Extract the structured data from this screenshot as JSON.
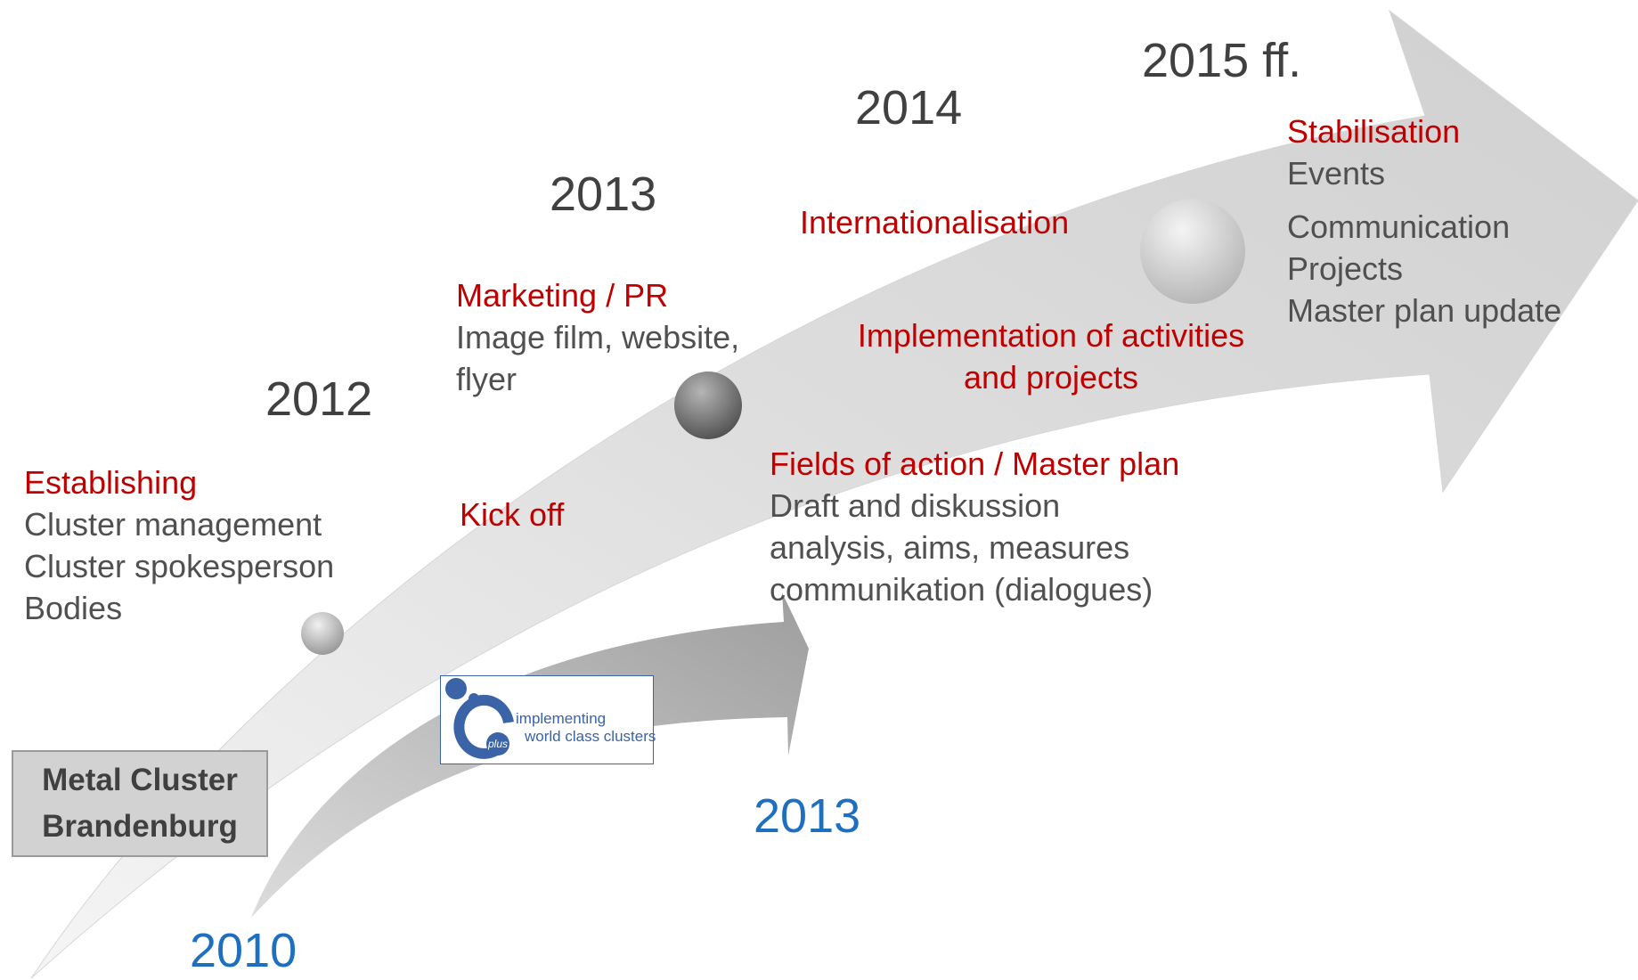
{
  "years": {
    "y2012": "2012",
    "y2013": "2013",
    "y2014": "2014",
    "y2015": "2015 ff.",
    "blue_2010": "2010",
    "blue_2013": "2013"
  },
  "establishing": {
    "heading": "Establishing",
    "lines": [
      "Cluster management",
      "Cluster spokesperson",
      "Bodies"
    ]
  },
  "kickoff": {
    "heading": "Kick off"
  },
  "marketing": {
    "heading": "Marketing / PR",
    "lines": [
      "Image film, website,",
      "flyer"
    ]
  },
  "fields": {
    "heading": "Fields of action / Master plan",
    "lines": [
      "Draft and diskussion",
      "analysis, aims, measures",
      "communikation (dialogues)"
    ]
  },
  "internationalisation": {
    "heading": "Internationalisation"
  },
  "implementation": {
    "lines": [
      "Implementation of activities",
      "and projects"
    ]
  },
  "stabilisation": {
    "heading": "Stabilisation",
    "line1": "Events",
    "lines": [
      "Communication",
      "Projects",
      "Master plan update"
    ]
  },
  "cluster_box": {
    "lines": [
      "Metal Cluster",
      "Brandenburg"
    ]
  },
  "logo": {
    "letters": "plus",
    "caption_lines": [
      "implementing",
      "world class clusters"
    ]
  },
  "colors": {
    "accent_red": "#c00000",
    "accent_blue": "#1f6fbf",
    "text_gray": "#505050",
    "arrow_gray": "#d9d9d9"
  }
}
